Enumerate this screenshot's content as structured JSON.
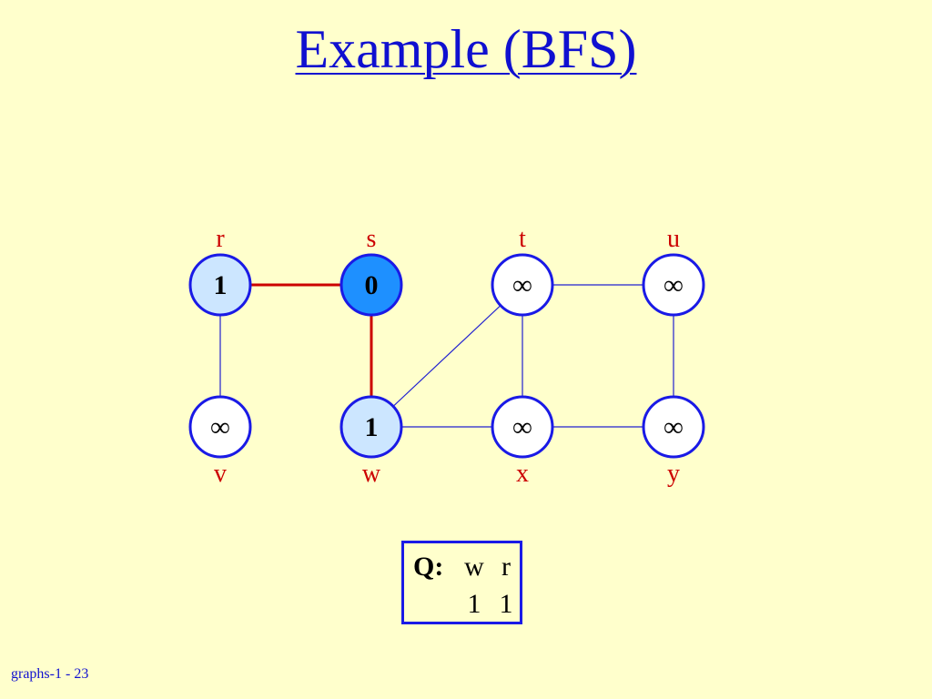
{
  "slide": {
    "title": "Example (BFS)",
    "footer": "graphs-1 - 23"
  },
  "colors": {
    "background": "#FFFFCC",
    "title": "#1010D0",
    "vertex_label": "#CC0000",
    "node_border": "#1A1AE6",
    "node_white": "#FFFFFF",
    "node_discovered": "#CCE6FF",
    "node_current": "#1E90FF",
    "edge_default": "#2020D0",
    "edge_tree": "#CC0000"
  },
  "graph": {
    "nodes": [
      {
        "id": "r",
        "label": "r",
        "dist": "1",
        "state": "discovered"
      },
      {
        "id": "s",
        "label": "s",
        "dist": "0",
        "state": "current"
      },
      {
        "id": "t",
        "label": "t",
        "dist": "∞",
        "state": "white"
      },
      {
        "id": "u",
        "label": "u",
        "dist": "∞",
        "state": "white"
      },
      {
        "id": "v",
        "label": "v",
        "dist": "∞",
        "state": "white"
      },
      {
        "id": "w",
        "label": "w",
        "dist": "1",
        "state": "discovered"
      },
      {
        "id": "x",
        "label": "x",
        "dist": "∞",
        "state": "white"
      },
      {
        "id": "y",
        "label": "y",
        "dist": "∞",
        "state": "white"
      }
    ],
    "edges": [
      {
        "from": "r",
        "to": "s",
        "tree": true
      },
      {
        "from": "s",
        "to": "w",
        "tree": true
      },
      {
        "from": "r",
        "to": "v",
        "tree": false
      },
      {
        "from": "w",
        "to": "t",
        "tree": false
      },
      {
        "from": "w",
        "to": "x",
        "tree": false
      },
      {
        "from": "t",
        "to": "u",
        "tree": false
      },
      {
        "from": "t",
        "to": "x",
        "tree": false
      },
      {
        "from": "u",
        "to": "y",
        "tree": false
      },
      {
        "from": "x",
        "to": "y",
        "tree": false
      }
    ]
  },
  "queue": {
    "label": "Q:",
    "vertices": [
      "w",
      "r"
    ],
    "distances": [
      "1",
      "1"
    ]
  }
}
